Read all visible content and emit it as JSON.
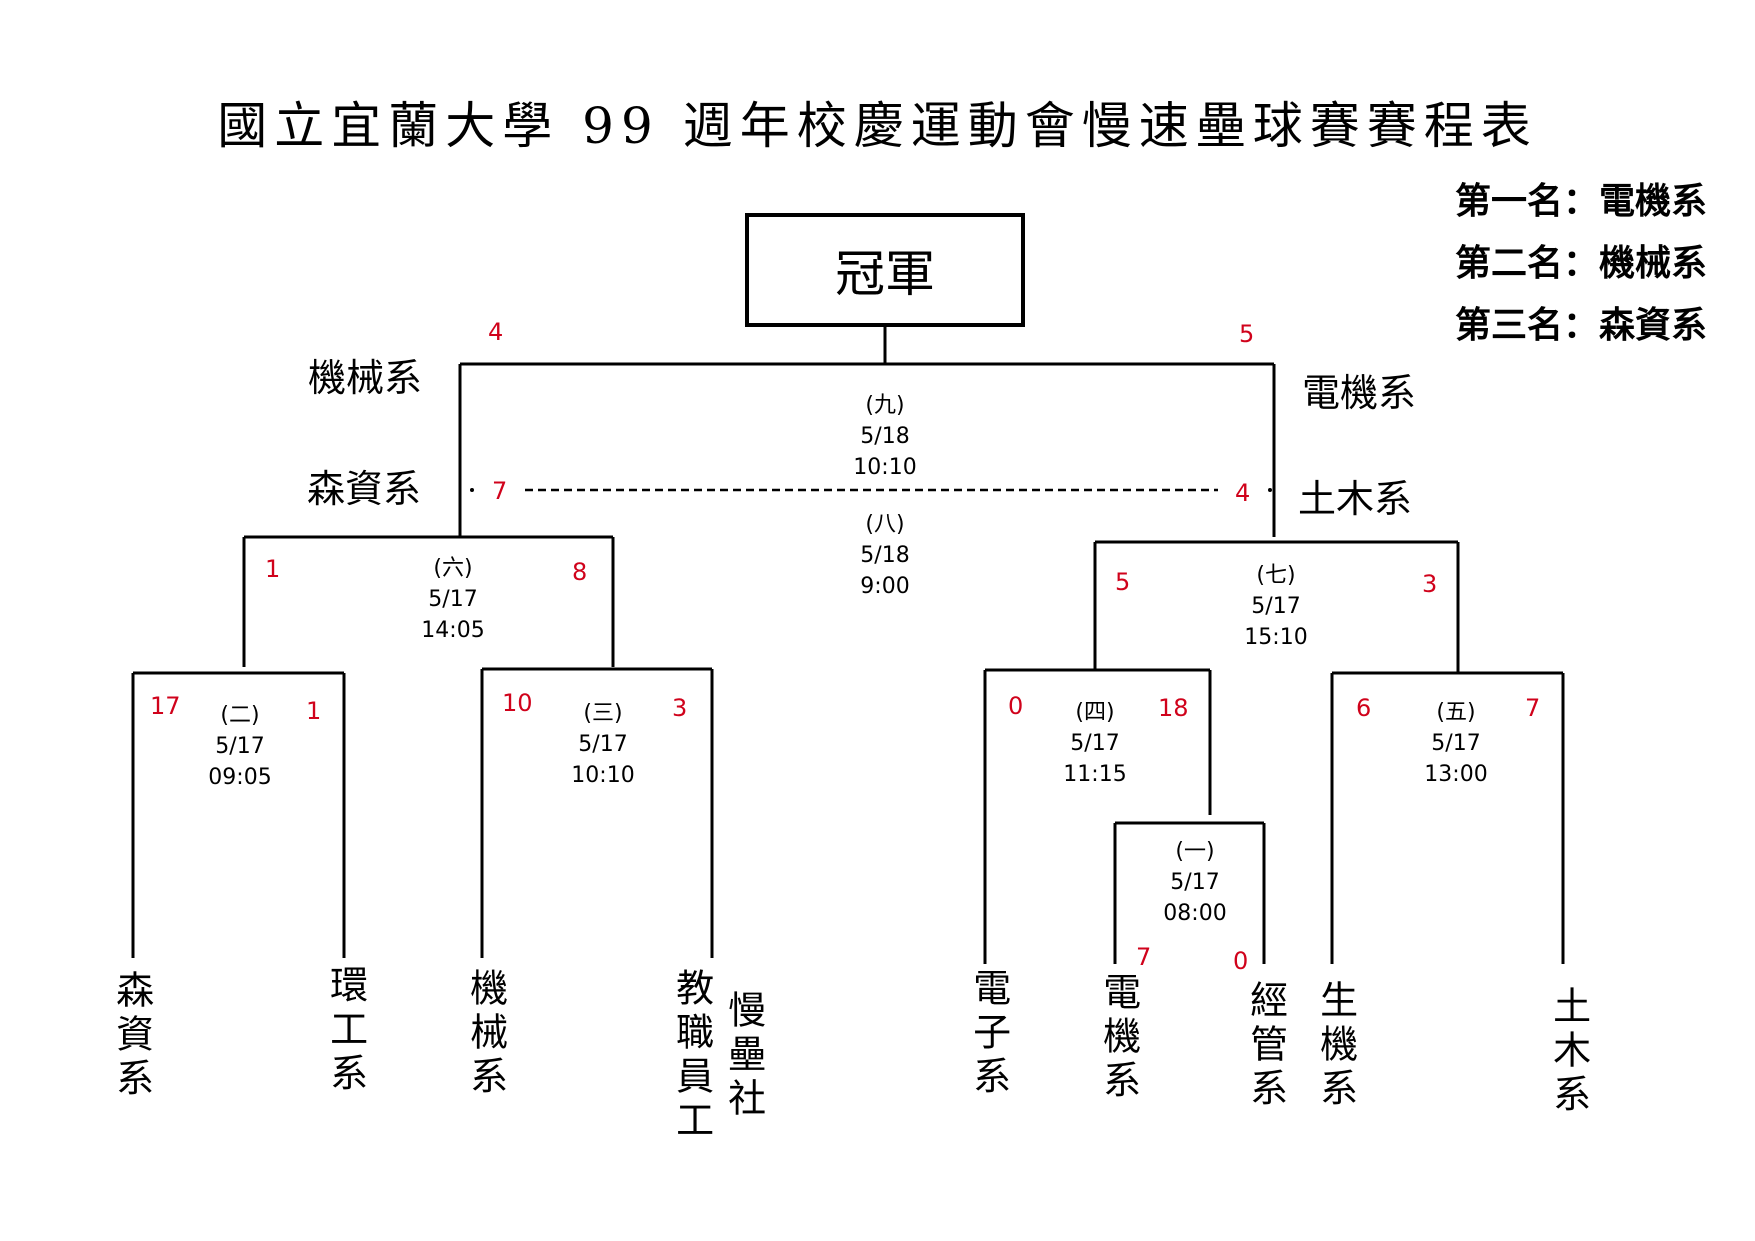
{
  "title": "國立宜蘭大學 99 週年校慶運動會慢速壘球賽賽程表",
  "champion_label": "冠軍",
  "rankings": [
    "第一名：電機系",
    "第二名：機械系",
    "第三名：森資系"
  ],
  "teams": {
    "t1": "森資系",
    "t2": "環工系",
    "t3": "機械系",
    "t4": "教職員工",
    "t4b": "慢壘社",
    "t5": "電子系",
    "t6": "電機系",
    "t7": "經管系",
    "t8": "生機系",
    "t9": "土木系"
  },
  "finalists": {
    "left_final": "機械系",
    "right_final": "電機系",
    "left_third": "森資系",
    "right_third": "土木系"
  },
  "games": {
    "g1": {
      "num": "(一)",
      "date": "5/17",
      "time": "08:00",
      "score_a": "7",
      "score_b": "0"
    },
    "g2": {
      "num": "(二)",
      "date": "5/17",
      "time": "09:05",
      "score_a": "17",
      "score_b": "1"
    },
    "g3": {
      "num": "(三)",
      "date": "5/17",
      "time": "10:10",
      "score_a": "10",
      "score_b": "3"
    },
    "g4": {
      "num": "(四)",
      "date": "5/17",
      "time": "11:15",
      "score_a": "0",
      "score_b": "18"
    },
    "g5": {
      "num": "(五)",
      "date": "5/17",
      "time": "13:00",
      "score_a": "6",
      "score_b": "7"
    },
    "g6": {
      "num": "(六)",
      "date": "5/17",
      "time": "14:05",
      "score_a": "1",
      "score_b": "8"
    },
    "g7": {
      "num": "(七)",
      "date": "5/17",
      "time": "15:10",
      "score_a": "5",
      "score_b": "3"
    },
    "g8": {
      "num": "(八)",
      "date": "5/18",
      "time": "9:00",
      "score_a": "7",
      "score_b": "4"
    },
    "g9": {
      "num": "(九)",
      "date": "5/18",
      "time": "10:10",
      "score_a": "4",
      "score_b": "5"
    }
  },
  "colors": {
    "score": "#d0021b",
    "line": "#000000"
  }
}
